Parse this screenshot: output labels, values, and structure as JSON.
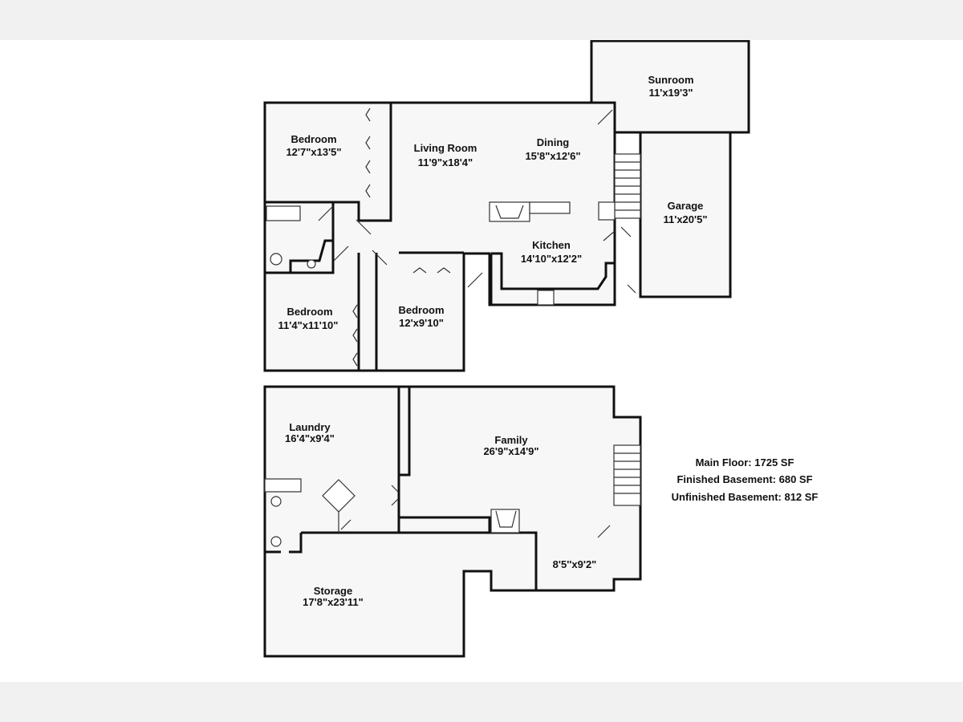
{
  "main_floor": {
    "rooms": [
      {
        "name": "Sunroom",
        "size": "11'x19'3\""
      },
      {
        "name": "Bedroom",
        "size": "12'7\"x13'5\""
      },
      {
        "name": "Living Room",
        "size": "11'9\"x18'4\""
      },
      {
        "name": "Dining",
        "size": "15'8\"x12'6\""
      },
      {
        "name": "Garage",
        "size": "11'x20'5\""
      },
      {
        "name": "Kitchen",
        "size": "14'10\"x12'2\""
      },
      {
        "name": "Bedroom",
        "size": "11'4\"x11'10\""
      },
      {
        "name": "Bedroom",
        "size": "12'x9'10\""
      }
    ]
  },
  "basement": {
    "rooms": [
      {
        "name": "Laundry",
        "size": "16'4\"x9'4\""
      },
      {
        "name": "Family",
        "size": "26'9\"x14'9\""
      },
      {
        "name": "",
        "size": "8'5''x9'2\""
      },
      {
        "name": "Storage",
        "size": "17'8\"x23'11\""
      }
    ]
  },
  "summary": [
    "Main Floor: 1725 SF",
    "Finished Basement: 680 SF",
    "Unfinished Basement: 812 SF"
  ]
}
